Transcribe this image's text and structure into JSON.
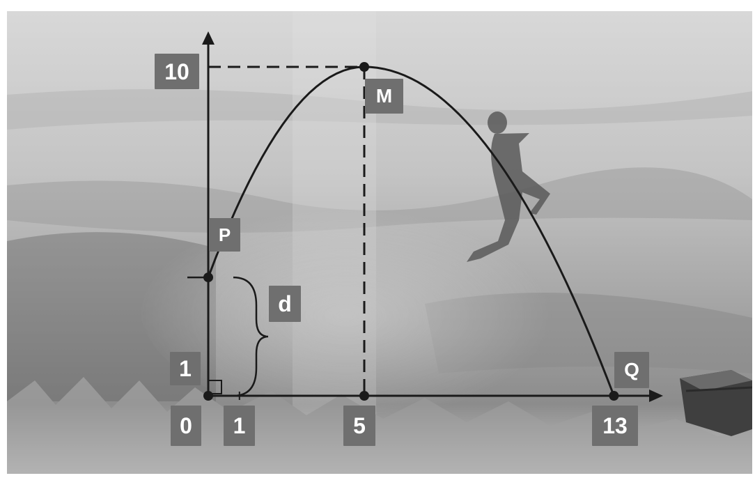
{
  "diagram": {
    "axis_labels": {
      "x_origin": "0",
      "x_one": "1",
      "x_five": "5",
      "x_thirteen": "13",
      "y_one": "1",
      "y_ten": "10"
    },
    "point_labels": {
      "p": "P",
      "m": "M",
      "q": "Q"
    },
    "distance_label": "d",
    "points": {
      "P": {
        "x": 0,
        "y": 3.6
      },
      "M": {
        "x": 5,
        "y": 10
      },
      "Q": {
        "x": 13,
        "y": 0
      }
    },
    "colors": {
      "tag_background": "#6f6f6f",
      "tag_text": "#ffffff",
      "lines": "#1a1a1a"
    }
  }
}
